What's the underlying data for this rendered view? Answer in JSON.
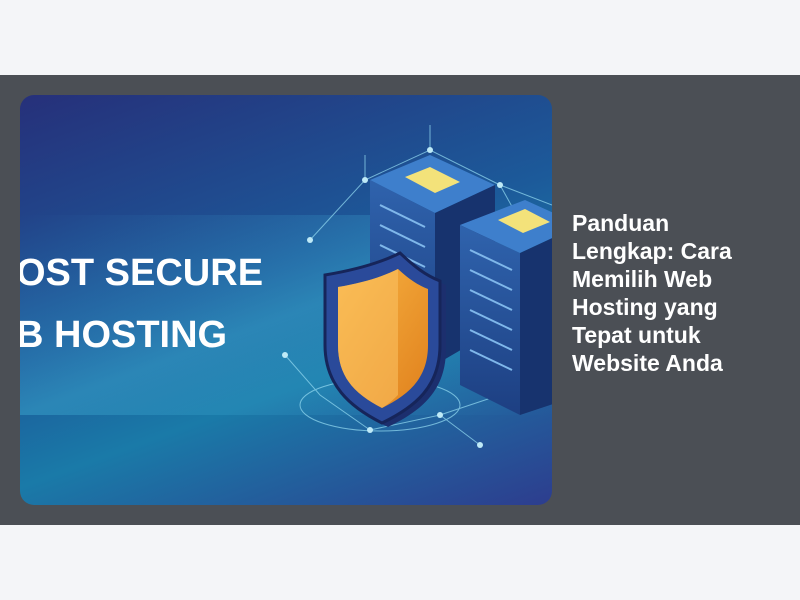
{
  "article": {
    "title": "Panduan Lengkap: Cara Memilih Web Hosting yang Tepat untuk Website Anda",
    "image": {
      "line1": "OST SECURE",
      "line2": "B HOSTING"
    }
  },
  "colors": {
    "page_bg": "#f4f5f8",
    "card_bg": "#4b4f55",
    "shield_orange": "#f5a534",
    "server_blue": "#2b5fa6",
    "title_text": "#ffffff"
  },
  "icons": [
    "shield-icon",
    "server-icon"
  ]
}
